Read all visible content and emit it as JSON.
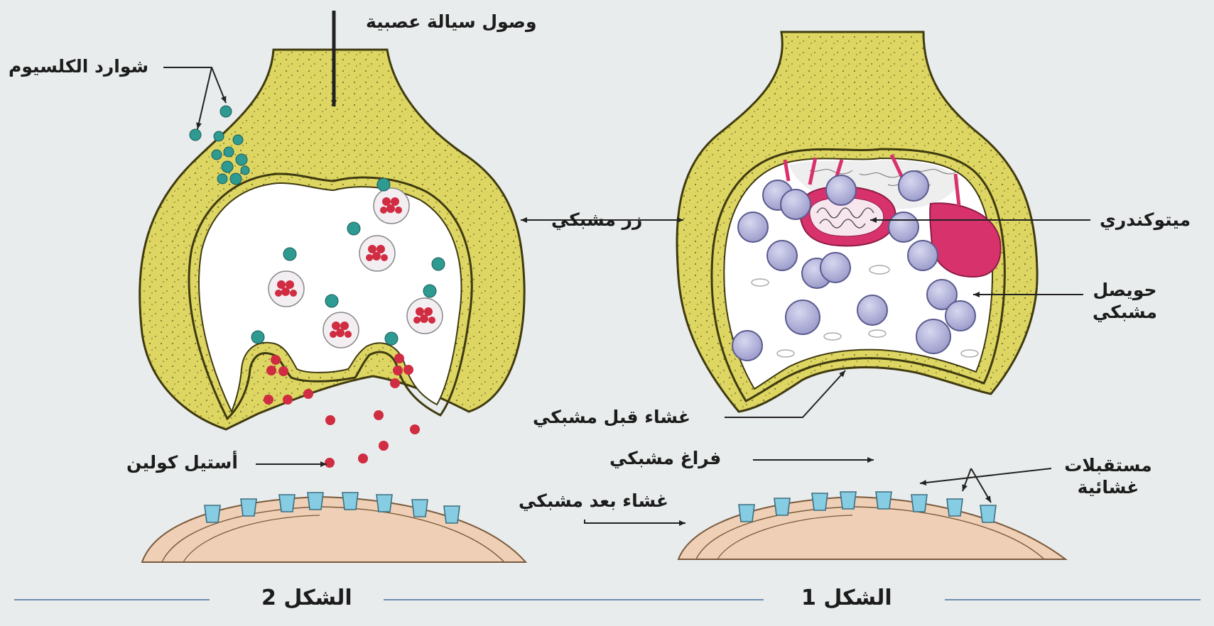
{
  "labels": {
    "nerve_impulse_arrival": "وصول سيالة عصبية",
    "calcium_ions": "شوارد الكلسيوم",
    "synaptic_button": "زر مشبكي",
    "mitochondria": "ميتوكندري",
    "synaptic_vesicle_line1": "حويصل",
    "synaptic_vesicle_line2": "مشبكي",
    "presynaptic_membrane": "غشاء قبل مشبكي",
    "synaptic_cleft": "فراغ مشبكي",
    "acetylcholine": "أستيل كولين",
    "postsynaptic_membrane": "غشاء بعد مشبكي",
    "membrane_receptors_line1": "مستقبلات",
    "membrane_receptors_line2": "غشائية"
  },
  "captions": {
    "figure_2": "الشكل 2",
    "figure_1": "الشكل 1"
  },
  "colors": {
    "background": "#e9ecec",
    "button_yellow": "#ddd663",
    "button_outline": "#3f3a10",
    "vesicle_purple": "#b4b4dc",
    "mitochondria_magenta": "#d8326c",
    "calcium_teal": "#2e9a92",
    "acetylcholine_red": "#d02c42",
    "receptor_blue": "#86cce2",
    "postsynaptic_peach": "#efd0b6"
  }
}
